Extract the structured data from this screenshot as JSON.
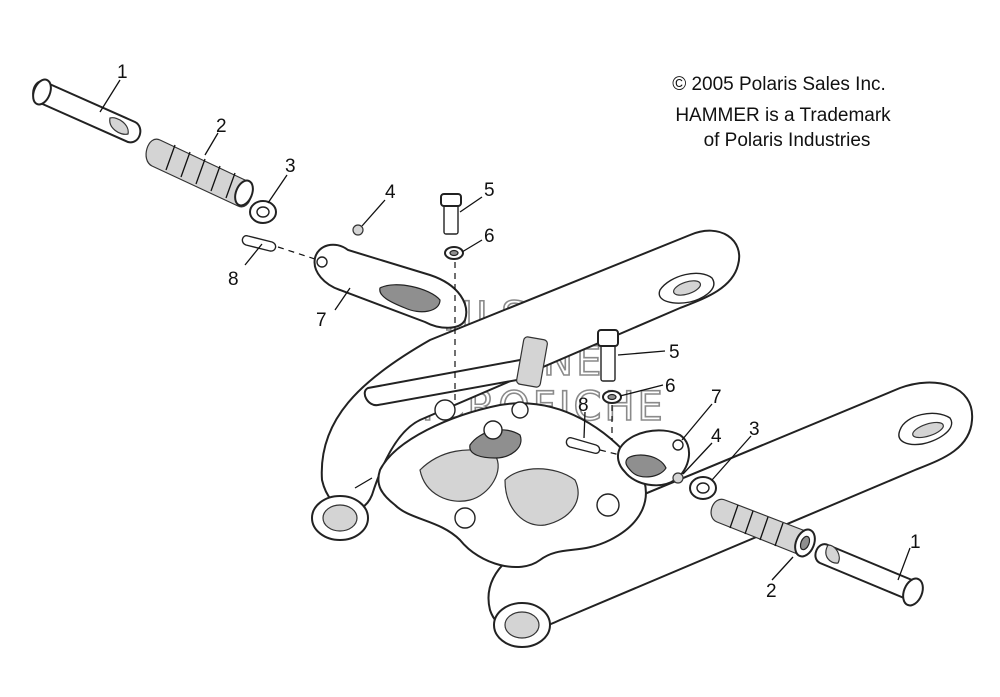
{
  "copyright": {
    "line1": "© 2005 Polaris Sales Inc.",
    "line2": "HAMMER is a Trademark",
    "line3": "of Polaris Industries"
  },
  "watermark": {
    "line1": "HLSM",
    "line2": "ONLINE",
    "line3": "MICROFICHE"
  },
  "callouts": {
    "left": {
      "peg": "1",
      "grip": "2",
      "washer": "3",
      "nut": "4",
      "bolt": "5",
      "flat_washer": "6",
      "bracket": "7",
      "pin": "8"
    },
    "right": {
      "peg": "1",
      "grip": "2",
      "washer": "3",
      "nut": "4",
      "bolt": "5",
      "flat_washer": "6",
      "bracket": "7",
      "pin": "8"
    }
  }
}
